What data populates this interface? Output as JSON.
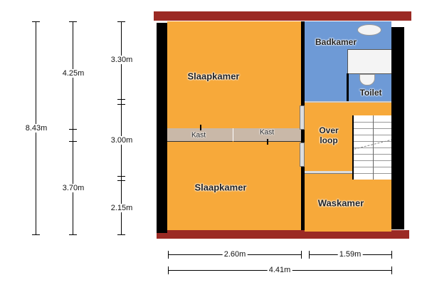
{
  "rooms": {
    "bedroom_top": "Slaapkamer",
    "bedroom_bottom": "Slaapkamer",
    "closet_left": "Kast",
    "closet_right": "Kast",
    "bathroom": "Badkamer",
    "toilet": "Toilet",
    "landing_line1": "Over",
    "landing_line2": "loop",
    "laundry": "Waskamer"
  },
  "dimensions": {
    "total_depth": "8.43m",
    "depth_a1": "4.25m",
    "depth_a2": "3.70m",
    "depth_b1": "3.30m",
    "depth_b2": "3.00m",
    "depth_b3": "2.15m",
    "width_left": "2.60m",
    "width_right": "1.59m",
    "total_width": "4.41m"
  },
  "colors": {
    "room": "#f7a93a",
    "bath": "#6e9ad6",
    "roof": "#9b2a24",
    "wall": "#000000",
    "closet": "#c9b8a8"
  }
}
